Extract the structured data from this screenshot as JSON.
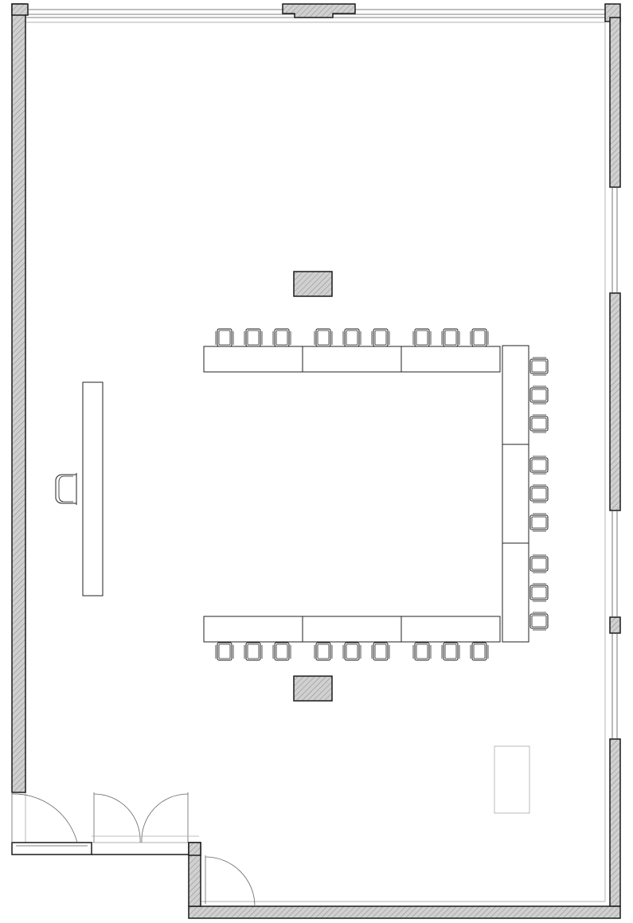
{
  "plan": {
    "colors": {
      "wall_fill": "#c8c8c8",
      "wall_stroke": "#1a1a1a",
      "line": "#222222",
      "thin_line": "#999999",
      "background": "#ffffff"
    },
    "icons": [
      "wall-hatch",
      "door-swing-arc",
      "chair-icon",
      "table",
      "column-pillar",
      "window-glazing"
    ],
    "layout": {
      "type": "U-shape conference seating",
      "top_row_tables": 3,
      "bottom_row_tables": 3,
      "side_tables": 3,
      "chairs_per_table": 3,
      "presenter_desk": 1,
      "presenter_chair": 1,
      "pillars": 3,
      "doors": 3
    }
  }
}
